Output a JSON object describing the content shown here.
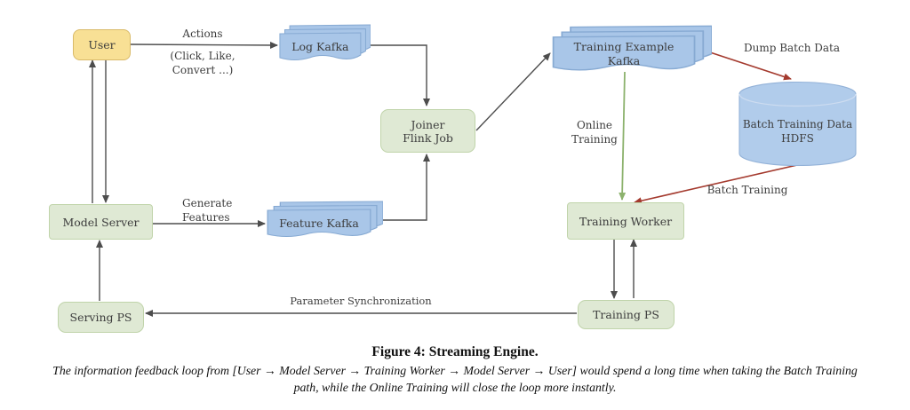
{
  "diagram": {
    "nodes": {
      "user": {
        "label": "User"
      },
      "log_kafka": {
        "label": "Log Kafka"
      },
      "training_example_kafka": {
        "label_line1": "Training Example",
        "label_line2": "Kafka"
      },
      "joiner": {
        "label_line1": "Joiner",
        "label_line2": "Flink Job"
      },
      "hdfs": {
        "label_line1": "Batch Training Data",
        "label_line2": "HDFS"
      },
      "model_server": {
        "label": "Model Server"
      },
      "feature_kafka": {
        "label": "Feature Kafka"
      },
      "training_worker": {
        "label": "Training Worker"
      },
      "serving_ps": {
        "label": "Serving PS"
      },
      "training_ps": {
        "label": "Training PS"
      }
    },
    "edge_labels": {
      "actions": "Actions",
      "actions_detail_line1": "(Click, Like,",
      "actions_detail_line2": "Convert ...)",
      "generate_features_line1": "Generate",
      "generate_features_line2": "Features",
      "online_training_line1": "Online",
      "online_training_line2": "Training",
      "dump_batch_data": "Dump Batch Data",
      "batch_training": "Batch Training",
      "parameter_synchronization": "Parameter Synchronization"
    },
    "edges": [
      {
        "from": "user",
        "to": "log_kafka",
        "label": "Actions (Click, Like, Convert ...)",
        "color": "dark"
      },
      {
        "from": "model_server",
        "to": "user",
        "label": "",
        "color": "dark"
      },
      {
        "from": "user",
        "to": "model_server",
        "label": "",
        "color": "dark"
      },
      {
        "from": "model_server",
        "to": "feature_kafka",
        "label": "Generate Features",
        "color": "dark"
      },
      {
        "from": "log_kafka",
        "to": "joiner",
        "label": "",
        "color": "dark"
      },
      {
        "from": "feature_kafka",
        "to": "joiner",
        "label": "",
        "color": "dark"
      },
      {
        "from": "joiner",
        "to": "training_example_kafka",
        "label": "",
        "color": "dark"
      },
      {
        "from": "training_example_kafka",
        "to": "training_worker",
        "label": "Online Training",
        "color": "green"
      },
      {
        "from": "training_example_kafka",
        "to": "hdfs",
        "label": "Dump Batch Data",
        "color": "red"
      },
      {
        "from": "hdfs",
        "to": "training_worker",
        "label": "Batch Training",
        "color": "red"
      },
      {
        "from": "training_worker",
        "to": "training_ps",
        "label": "",
        "color": "dark"
      },
      {
        "from": "training_ps",
        "to": "training_worker",
        "label": "",
        "color": "dark"
      },
      {
        "from": "training_ps",
        "to": "serving_ps",
        "label": "Parameter Synchronization",
        "color": "dark"
      },
      {
        "from": "serving_ps",
        "to": "model_server",
        "label": "",
        "color": "dark"
      }
    ],
    "colors": {
      "node_green": "#dfe9d4",
      "node_green_border": "#c0d4aa",
      "node_yellow": "#f8e095",
      "node_yellow_border": "#d9ba69",
      "kafka_blue": "#a9c6e8",
      "kafka_blue_border": "#87aad3",
      "cylinder_blue": "#b1cceb",
      "arrow_dark": "#4d4d4d",
      "arrow_red": "#a43a2e",
      "arrow_green": "#8cb26d",
      "text": "#3d3d3d"
    }
  },
  "caption": {
    "title": "Figure 4: Streaming Engine.",
    "body_line1": "The information feedback loop from [User → Model Server → Training Worker → Model Server → User] would spend a long time when taking the Batch Training",
    "body_line2": "path, while the Online Training will close the loop more instantly."
  }
}
